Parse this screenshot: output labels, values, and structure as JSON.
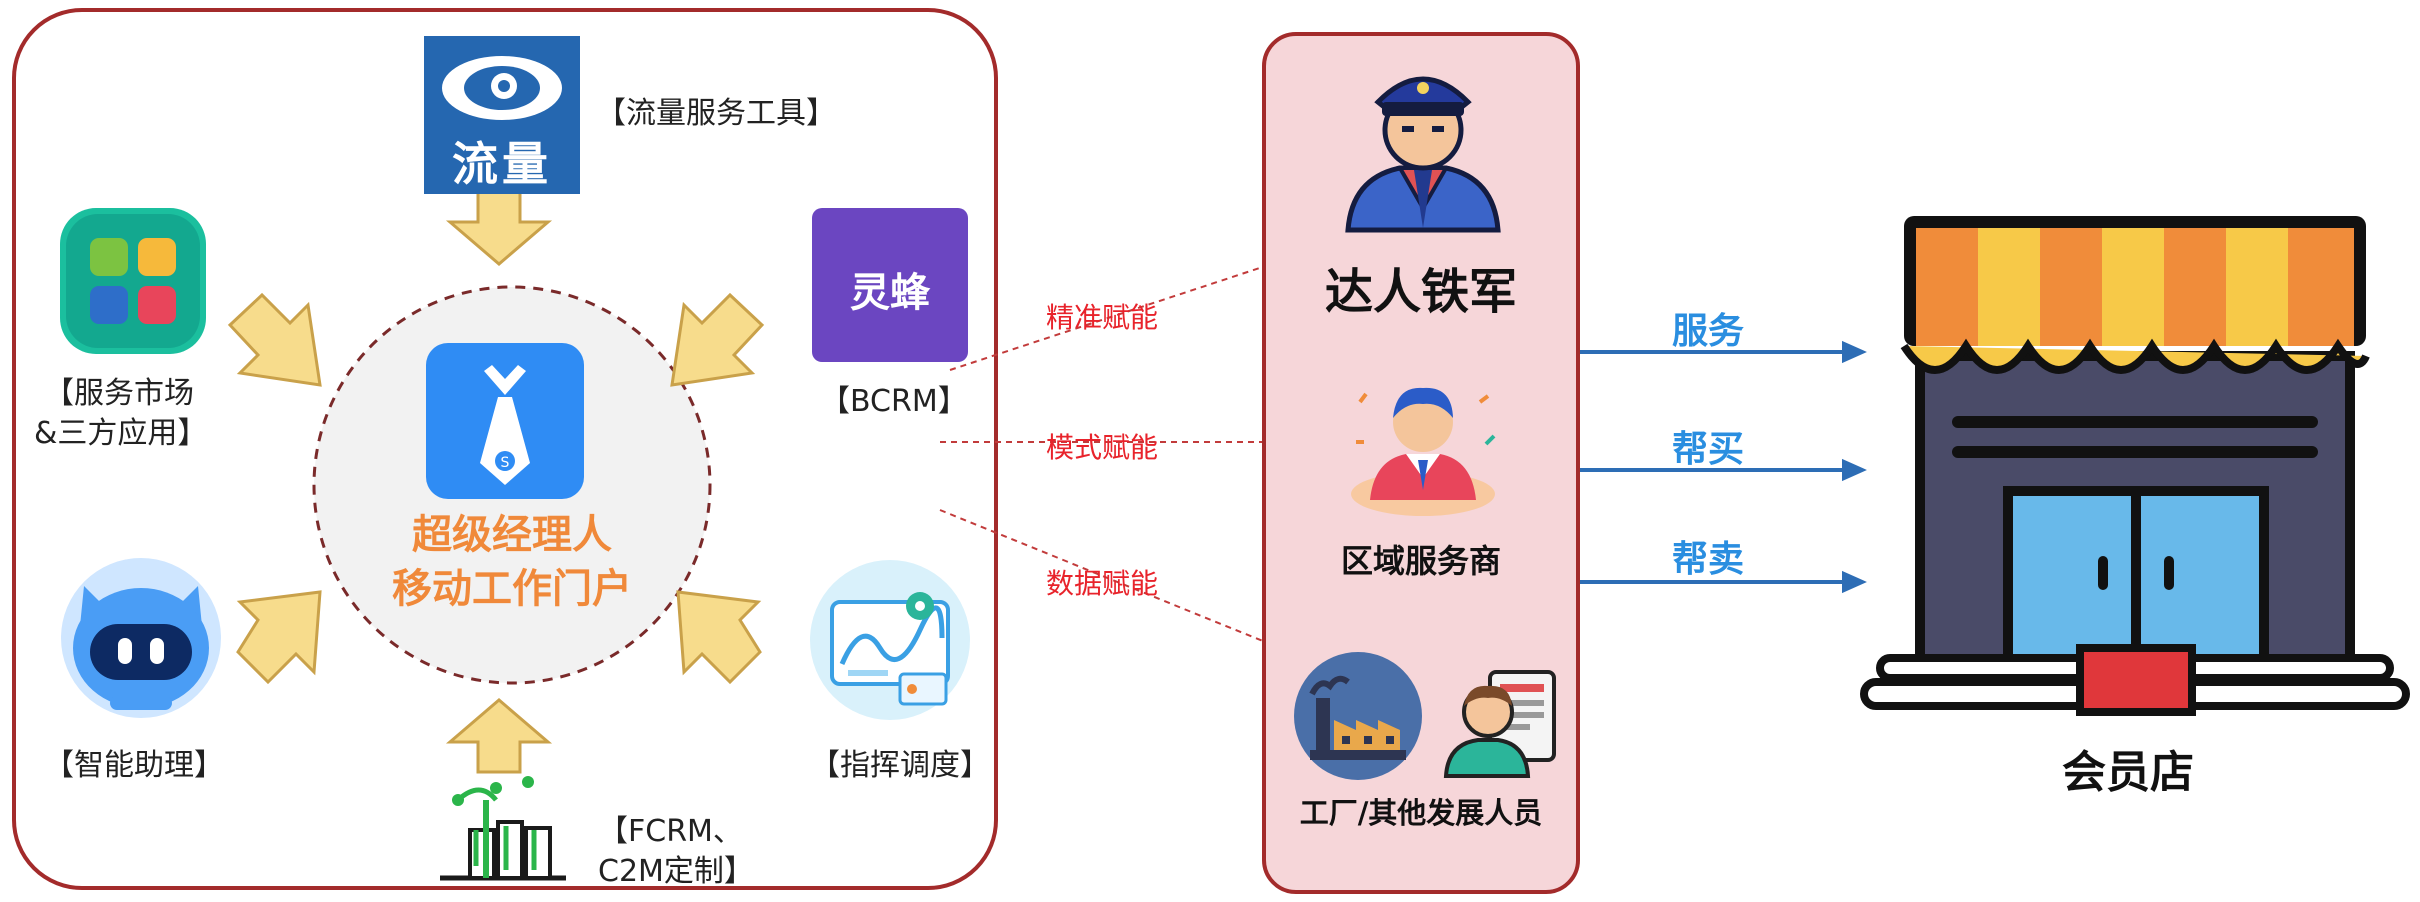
{
  "portal": {
    "line1": "超级经理人",
    "line2": "移动工作门户"
  },
  "tools": {
    "liuliang": {
      "logo_text": "流量",
      "label": "【流量服务工具】"
    },
    "market": {
      "label1": "【服务市场",
      "label2": "&三方应用】"
    },
    "lingfeng": {
      "logo_text": "灵蜂",
      "label": "【BCRM】"
    },
    "assistant": {
      "label": "【智能助理】"
    },
    "command": {
      "label": "【指挥调度】"
    },
    "fcrm": {
      "label1": "【FCRM、",
      "label2": "C2M定制】"
    }
  },
  "connectors": [
    "精准赋能",
    "模式赋能",
    "数据赋能"
  ],
  "roles": {
    "daren": "达人铁军",
    "regional": "区域服务商",
    "factory": "工厂/其他发展人员"
  },
  "services": [
    "服务",
    "帮买",
    "帮卖"
  ],
  "store": {
    "label": "会员店"
  },
  "colors": {
    "border": "#a32b2b",
    "mid_panel_bg": "#f6d6d9",
    "portal_text": "#f0893a",
    "connector_text": "#e8232b",
    "service_text": "#2a8ee0",
    "arrow_fill": "#f7dc8c",
    "arrow_stroke": "#c9a14a"
  }
}
